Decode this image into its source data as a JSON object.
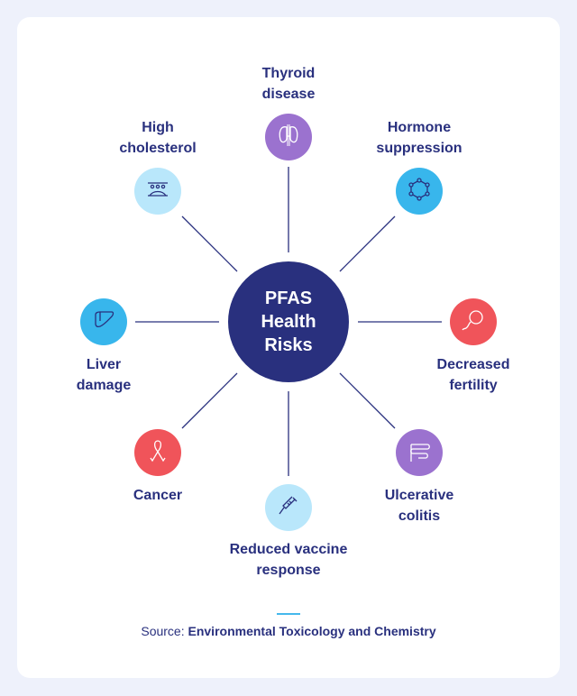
{
  "hub": {
    "title": "PFAS\nHealth\nRisks"
  },
  "risks": [
    {
      "label": "Thyroid\ndisease",
      "icon": "thyroid-icon",
      "color": "#9b72cf"
    },
    {
      "label": "Hormone\nsuppression",
      "icon": "hormone-molecule-icon",
      "color": "#38b6ec"
    },
    {
      "label": "Decreased\nfertility",
      "icon": "sperm-egg-icon",
      "color": "#f0545a"
    },
    {
      "label": "Ulcerative\ncolitis",
      "icon": "intestine-icon",
      "color": "#9b72cf"
    },
    {
      "label": "Reduced vaccine\nresponse",
      "icon": "syringe-icon",
      "color": "#b9e7fb"
    },
    {
      "label": "Cancer",
      "icon": "ribbon-icon",
      "color": "#f0545a"
    },
    {
      "label": "Liver\ndamage",
      "icon": "liver-icon",
      "color": "#38b6ec"
    },
    {
      "label": "High\ncholesterol",
      "icon": "artery-plaque-icon",
      "color": "#b9e7fb"
    }
  ],
  "source": {
    "prefix": "Source:",
    "name": "Environmental Toxicology and Chemistry"
  },
  "colors": {
    "hub": "#29307e",
    "lines": "#29307e",
    "accent": "#45b8ec"
  }
}
